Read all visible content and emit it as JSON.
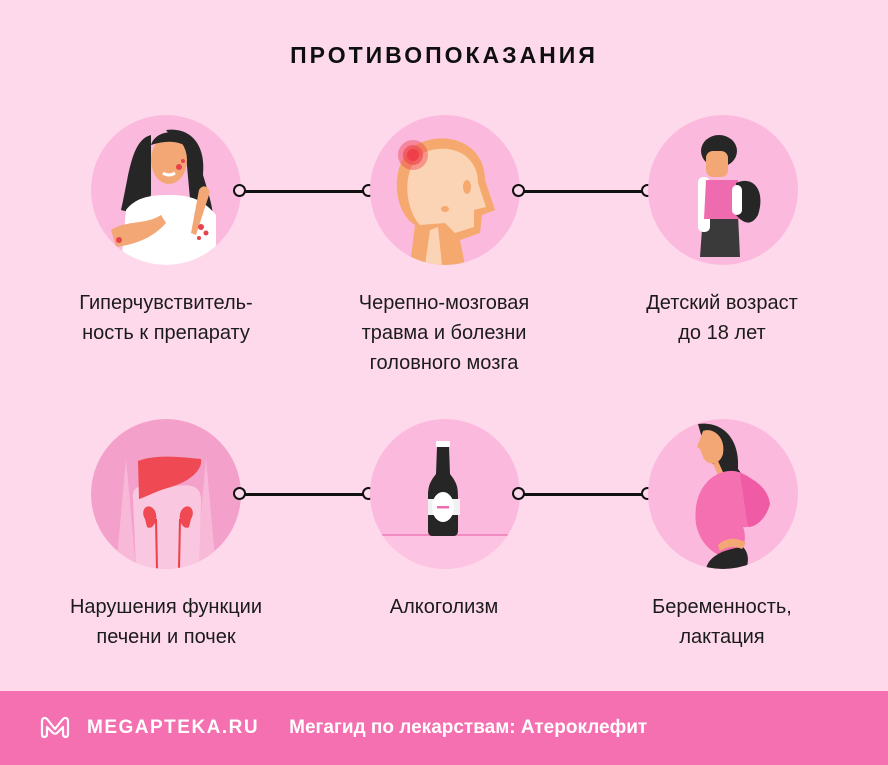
{
  "title": "ПРОТИВОПОКАЗАНИЯ",
  "colors": {
    "background": "#fed9ec",
    "circle": "#fbb9dd",
    "footer": "#f470b0",
    "connector": "#111111"
  },
  "items": [
    {
      "icon": "allergy-woman-icon",
      "label_lines": [
        "Гиперчувствитель-",
        "ность к препарату"
      ]
    },
    {
      "icon": "head-trauma-skull-icon",
      "label_lines": [
        "Черепно-мозговая",
        "травма и болезни",
        "головного мозга"
      ]
    },
    {
      "icon": "schoolboy-child-icon",
      "label_lines": [
        "Детский возраст",
        "до 18 лет"
      ]
    },
    {
      "icon": "liver-kidneys-icon",
      "label_lines": [
        "Нарушения функции",
        "печени и почек"
      ]
    },
    {
      "icon": "alcohol-bottle-icon",
      "label_lines": [
        "Алкоголизм"
      ]
    },
    {
      "icon": "pregnant-woman-icon",
      "label_lines": [
        "Беременность,",
        "лактация"
      ]
    }
  ],
  "footer": {
    "logo_icon": "megapteka-logo-icon",
    "brand": "MEGAPTEKA.RU",
    "tagline": "Мегагид по лекарствам: Атероклефит"
  }
}
